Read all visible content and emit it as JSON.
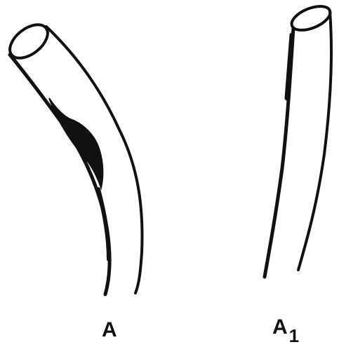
{
  "figure": {
    "left_label": "A",
    "right_label_main": "A",
    "right_label_sub": "1",
    "ink_color": "#111111",
    "background_color": "#ffffff"
  }
}
